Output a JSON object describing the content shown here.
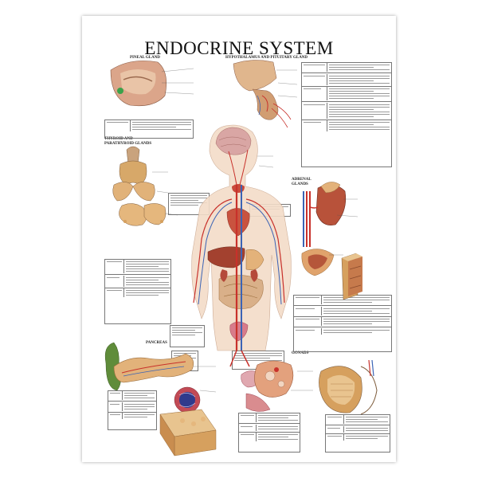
{
  "poster": {
    "title": "ENDOCRINE SYSTEM",
    "sections": {
      "pineal": "PINEAL GLAND",
      "hypothalamus": "HYPOTHALAMUS AND PITUITARY GLAND",
      "thyroid_1": "THYROID AND",
      "thyroid_2": "PARATHYROID GLANDS",
      "adrenal_1": "ADRENAL",
      "adrenal_2": "GLANDS",
      "pancreas": "PANCREAS",
      "gonads": "GONADS"
    },
    "colors": {
      "artery": "#c8312b",
      "vein": "#3b63b5",
      "gland": "#e3b27a",
      "organ": "#b8523a",
      "skin": "#f3dcc8"
    }
  }
}
